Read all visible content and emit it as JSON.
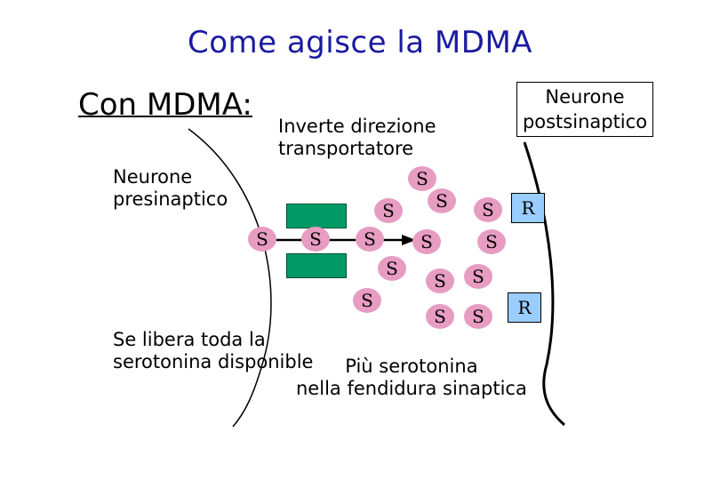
{
  "title": "Come agisce la MDMA",
  "subtitle": "Con MDMA:",
  "labels": {
    "presynaptic": "Neurone\npresinaptico",
    "postsynaptic": "Neurone\npostsinaptico",
    "transporter_note": "Inverte direzione\ntransportatore",
    "release_note": "Se libera toda la\nserotonina disponible",
    "cleft_note": "Più serotonina\nnella fendidura sinaptica"
  },
  "molecule_label": "S",
  "receptor_label": "R",
  "colors": {
    "title": "#1a1aa0",
    "molecule": "#e79cc2",
    "receptor": "#99ccff",
    "transporter": "#009966"
  }
}
